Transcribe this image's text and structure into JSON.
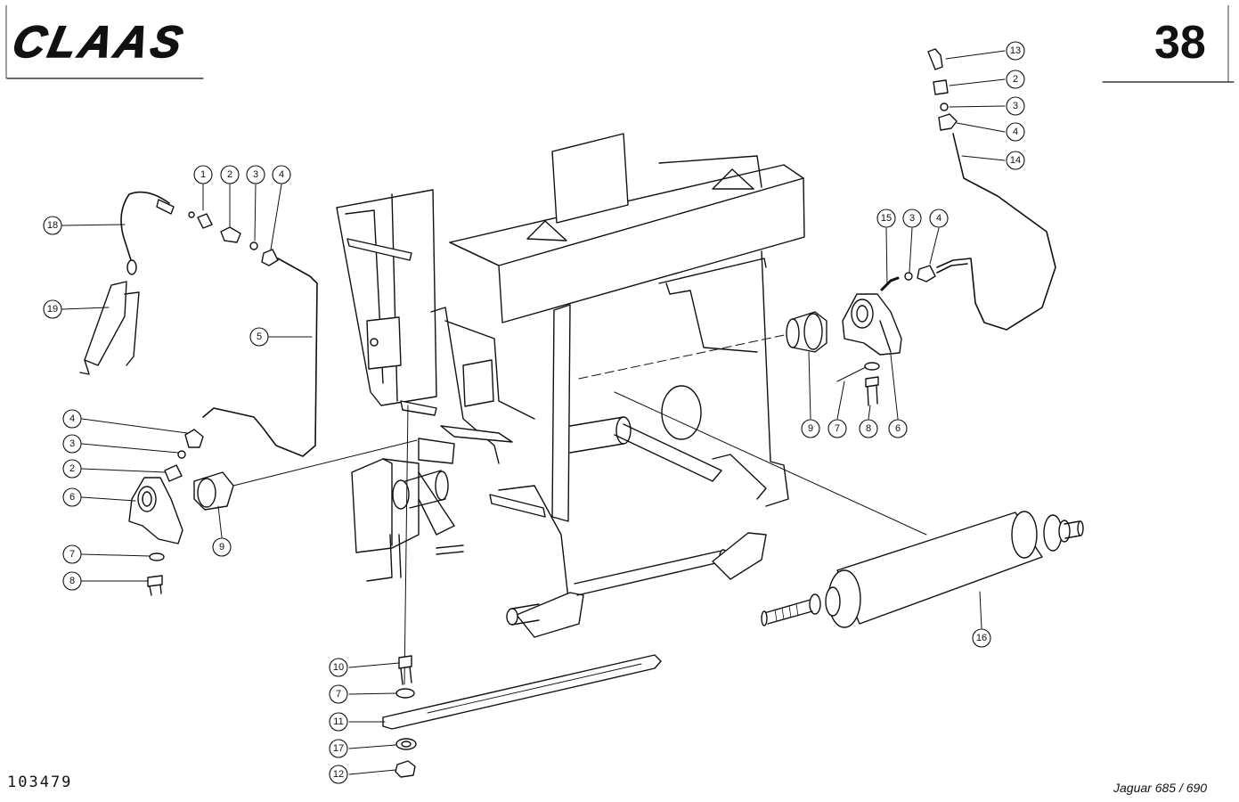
{
  "header": {
    "brand": "CLAAS",
    "page_number": "38"
  },
  "footer": {
    "diagram_number": "103479",
    "model": "Jaguar 685 / 690"
  },
  "callouts": [
    {
      "id": "c18",
      "label": "18"
    },
    {
      "id": "c19",
      "label": "19"
    },
    {
      "id": "c1",
      "label": "1"
    },
    {
      "id": "c2a",
      "label": "2"
    },
    {
      "id": "c3a",
      "label": "3"
    },
    {
      "id": "c4a",
      "label": "4"
    },
    {
      "id": "c5",
      "label": "5"
    },
    {
      "id": "c4b",
      "label": "4"
    },
    {
      "id": "c3b",
      "label": "3"
    },
    {
      "id": "c2b",
      "label": "2"
    },
    {
      "id": "c6a",
      "label": "6"
    },
    {
      "id": "c9a",
      "label": "9"
    },
    {
      "id": "c7a",
      "label": "7"
    },
    {
      "id": "c8a",
      "label": "8"
    },
    {
      "id": "c13",
      "label": "13"
    },
    {
      "id": "c2c",
      "label": "2"
    },
    {
      "id": "c3c",
      "label": "3"
    },
    {
      "id": "c4c",
      "label": "4"
    },
    {
      "id": "c14",
      "label": "14"
    },
    {
      "id": "c15",
      "label": "15"
    },
    {
      "id": "c3d",
      "label": "3"
    },
    {
      "id": "c4d",
      "label": "4"
    },
    {
      "id": "c9b",
      "label": "9"
    },
    {
      "id": "c7b",
      "label": "7"
    },
    {
      "id": "c8b",
      "label": "8"
    },
    {
      "id": "c6b",
      "label": "6"
    },
    {
      "id": "c16",
      "label": "16"
    },
    {
      "id": "c10",
      "label": "10"
    },
    {
      "id": "c7c",
      "label": "7"
    },
    {
      "id": "c11",
      "label": "11"
    },
    {
      "id": "c17",
      "label": "17"
    },
    {
      "id": "c12",
      "label": "12"
    }
  ]
}
